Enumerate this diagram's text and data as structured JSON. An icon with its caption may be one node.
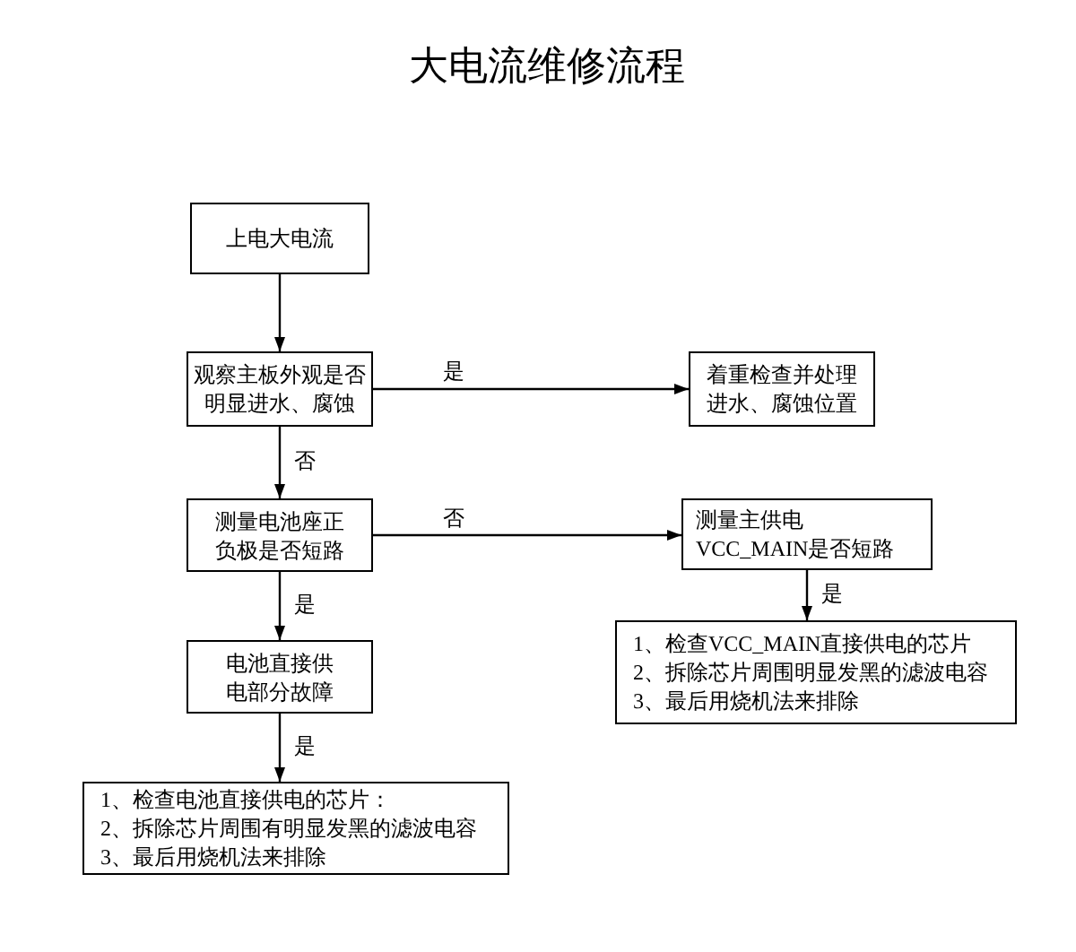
{
  "diagram": {
    "title": "大电流维修流程",
    "nodes": [
      {
        "text": [
          "上电大电流"
        ]
      },
      {
        "text": [
          "观察主板外观是否明显进水、腐蚀"
        ]
      },
      {
        "text": [
          "着重检查并处理进水、腐蚀位置"
        ]
      },
      {
        "text": [
          "测量电池座正负极是否短路"
        ]
      },
      {
        "text": [
          "测量主供电VCC_MAIN是否短路"
        ]
      },
      {
        "text": [
          "电池直接供电部分故障"
        ]
      },
      {
        "text": [
          "1、检查电池直接供电的芯片：",
          "2、拆除芯片周围有明显发黑的滤波电容",
          "3、最后用烧机法来排除"
        ]
      },
      {
        "text": [
          "1、检查VCC_MAIN直接供电的芯片",
          "2、拆除芯片周围明显发黑的滤波电容",
          "3、最后用烧机法来排除"
        ]
      }
    ],
    "edges": [
      {
        "from": 0,
        "to": 1,
        "arrow": "to"
      },
      {
        "from": 1,
        "to": 2,
        "arrow": "to",
        "label": "是"
      },
      {
        "from": 1,
        "to": 3,
        "arrow": "to",
        "label": "否"
      },
      {
        "from": 3,
        "to": 4,
        "arrow": "to",
        "label": "否"
      },
      {
        "from": 3,
        "to": 5,
        "arrow": "to",
        "label": "是"
      },
      {
        "from": 5,
        "to": 6,
        "arrow": "to",
        "label": "是"
      },
      {
        "from": 4,
        "to": 7,
        "arrow": "to",
        "label": "是"
      }
    ]
  }
}
